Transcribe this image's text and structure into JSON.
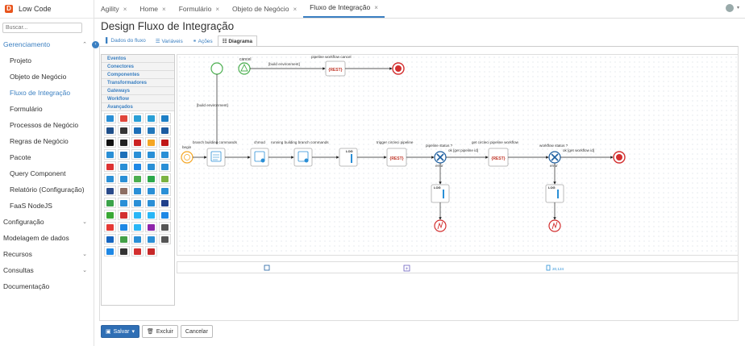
{
  "brand": {
    "title": "Low Code",
    "logo_letter": "D"
  },
  "sidebar": {
    "search_placeholder": "Buscar...",
    "group": "Gerenciamento",
    "items": [
      "Projeto",
      "Objeto de Negócio",
      "Fluxo de Integração",
      "Formulário",
      "Processos de Negócio",
      "Regras de Negócio",
      "Pacote",
      "Query Component",
      "Relatório (Configuração)",
      "FaaS NodeJS"
    ],
    "current_index": 2,
    "bottom": [
      {
        "label": "Configuração",
        "caret": true
      },
      {
        "label": "Modelagem de dados",
        "caret": false
      },
      {
        "label": "Recursos",
        "caret": true
      },
      {
        "label": "Consultas",
        "caret": true
      },
      {
        "label": "Documentação",
        "caret": false
      }
    ]
  },
  "tabs": [
    {
      "label": "Agility"
    },
    {
      "label": "Home"
    },
    {
      "label": "Formulário"
    },
    {
      "label": "Objeto de Negócio"
    },
    {
      "label": "Fluxo de Integração",
      "active": true
    }
  ],
  "page": {
    "title": "Design Fluxo de Integração"
  },
  "subtabs": [
    "Dados do fluxo",
    "Variáveis",
    "Ações",
    "Diagrama"
  ],
  "palette": {
    "headers": [
      "Eventos",
      "Conectores",
      "Componentes",
      "Transformadores",
      "Gateways",
      "Workflow",
      "Avançados"
    ],
    "icon_colors": [
      "#2a8fd6",
      "#e0463b",
      "#2a9fd6",
      "#2a9fd6",
      "#1e7fc6",
      "#1f4f8a",
      "#333",
      "#1d6fb8",
      "#2277bb",
      "#1b5aa0",
      "#111",
      "#222",
      "#cc2222",
      "#f5a623",
      "#c01717",
      "#2a8fd6",
      "#1d6fb8",
      "#2a8fd6",
      "#2a8fd6",
      "#2a8fd6",
      "#d33",
      "#2a8fd6",
      "#1e88e5",
      "#2a8fd6",
      "#2a8fd6",
      "#2a8fd6",
      "#2a8fd6",
      "#4caf50",
      "#2ba84a",
      "#7cb342",
      "#2a4a8a",
      "#8d6e63",
      "#2a8fd6",
      "#2a8fd6",
      "#2a8fd6",
      "#3ba34a",
      "#2a8fd6",
      "#2a8fd6",
      "#2a8fd6",
      "#1f3f8a",
      "#3aa935",
      "#d32f2f",
      "#29b6f6",
      "#29b6f6",
      "#1e88e5",
      "#e53935",
      "#1e88e5",
      "#29b6f6",
      "#8e24aa",
      "#555",
      "#1565c0",
      "#43a047",
      "#2a8fd6",
      "#2a8fd6",
      "#555",
      "#1e88e5",
      "#333",
      "#d32f2f",
      "#c62828"
    ]
  },
  "diagram": {
    "labels": {
      "cancel": "cancel",
      "build_env_top": "[build environment]",
      "pipeline_cancel": "pipeline workflow cancel",
      "build_env_mid": "[build environment]",
      "begin": "begin",
      "branch_commands": "branch building commands",
      "chmod": "chmod",
      "running_commands": "running building branch commands",
      "trigger": "trigger circleci pipeline",
      "pipeline_status": "pipeline status ?",
      "ok_pipeline": "ok [get pipeline id]",
      "get_workflow": "get circleci pipeline workflow",
      "workflow_status": "workflow status ?",
      "ok_workflow": "ok [get workflow id]",
      "error1": "error",
      "error2": "error",
      "rest": "{REST}",
      "log": "LOG"
    },
    "footer_coord": "20,124"
  },
  "buttons": {
    "save": "Salvar",
    "delete": "Excluir",
    "cancel": "Cancelar"
  }
}
